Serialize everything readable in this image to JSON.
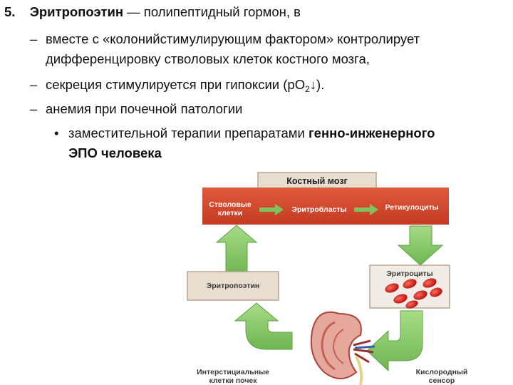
{
  "text": {
    "num": "5.",
    "title_bold": "Эритропоэтин",
    "title_rest": " — полипептидный гормон, в",
    "dash": "–",
    "line1": "вместе с «колонийстимулирующим фактором» контролирует",
    "line1b": "дифференцировку стволовых клеток костного мозга,",
    "line2a": "секреция стимулируется при гипоксии (pO",
    "line2sub": "2",
    "line2b": "↓).",
    "line3": "анемия при почечной патологии",
    "bullet": "•",
    "line4a": "заместительной терапии препаратами ",
    "line4bold": "генно-инженерного",
    "line4c": "ЭПО человека"
  },
  "diagram": {
    "bone_marrow": "Костный мозг",
    "stem_cells_1": "Стволовые",
    "stem_cells_2": "клетки",
    "erythroblasts": "Эритробласты",
    "reticulocytes": "Ретикулоциты",
    "erythropoietin": "Эритропоэтин",
    "erythrocytes": "Эритроциты",
    "interstitial_1": "Интерстициальные",
    "interstitial_2": "клетки почек",
    "oxygen_1": "Кислородный",
    "oxygen_2": "сенсор"
  },
  "colors": {
    "red_bar": "#d0462c",
    "beige": "#e9ddd0",
    "beige_border": "#b9a48f",
    "green_arrow": "#8ecb6e",
    "green_dark": "#5f9f45",
    "blood_cell": "#c81f1f"
  }
}
